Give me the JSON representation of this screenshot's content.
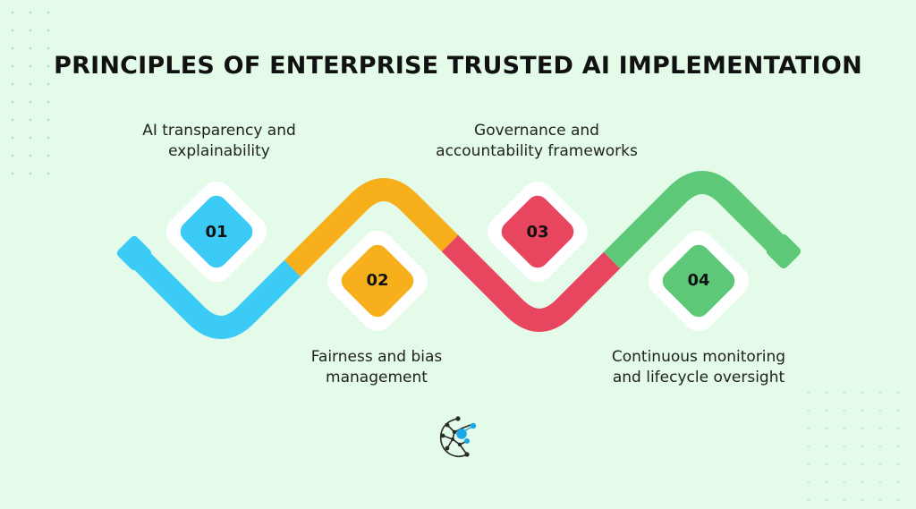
{
  "title": "PRINCIPLES OF ENTERPRISE TRUSTED AI IMPLEMENTATION",
  "colors": {
    "background": "#e3fbe8",
    "step1": "#3ccaf7",
    "step2": "#f7b01c",
    "step3": "#e8455f",
    "step4": "#5cc878"
  },
  "steps": [
    {
      "number": "01",
      "line1": "AI transparency and",
      "line2": "explainability"
    },
    {
      "number": "02",
      "line1": "Fairness and bias",
      "line2": "management"
    },
    {
      "number": "03",
      "line1": "Governance and",
      "line2": "accountability frameworks"
    },
    {
      "number": "04",
      "line1": "Continuous monitoring",
      "line2": "and lifecycle oversight"
    }
  ],
  "logo": {
    "icon": "network-brain-icon"
  }
}
